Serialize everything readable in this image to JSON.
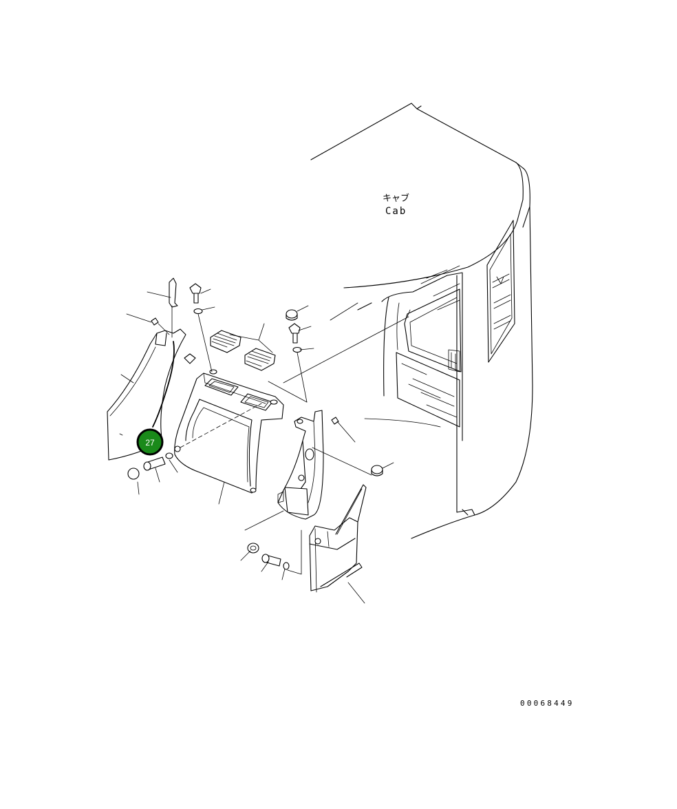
{
  "labels": {
    "cab_ja": "キャブ",
    "cab_en": "Cab"
  },
  "callout": {
    "number": "27",
    "color": "#1a8a1a"
  },
  "drawing_number": "00068449"
}
